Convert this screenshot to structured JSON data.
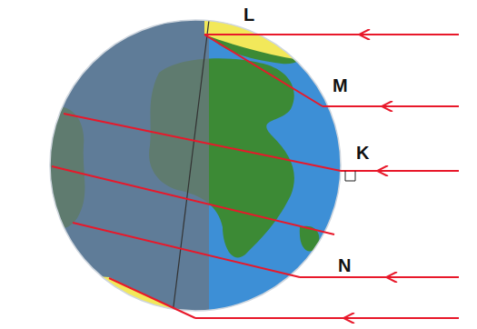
{
  "diagram": {
    "labels": [
      "L",
      "M",
      "K",
      "N"
    ]
  }
}
